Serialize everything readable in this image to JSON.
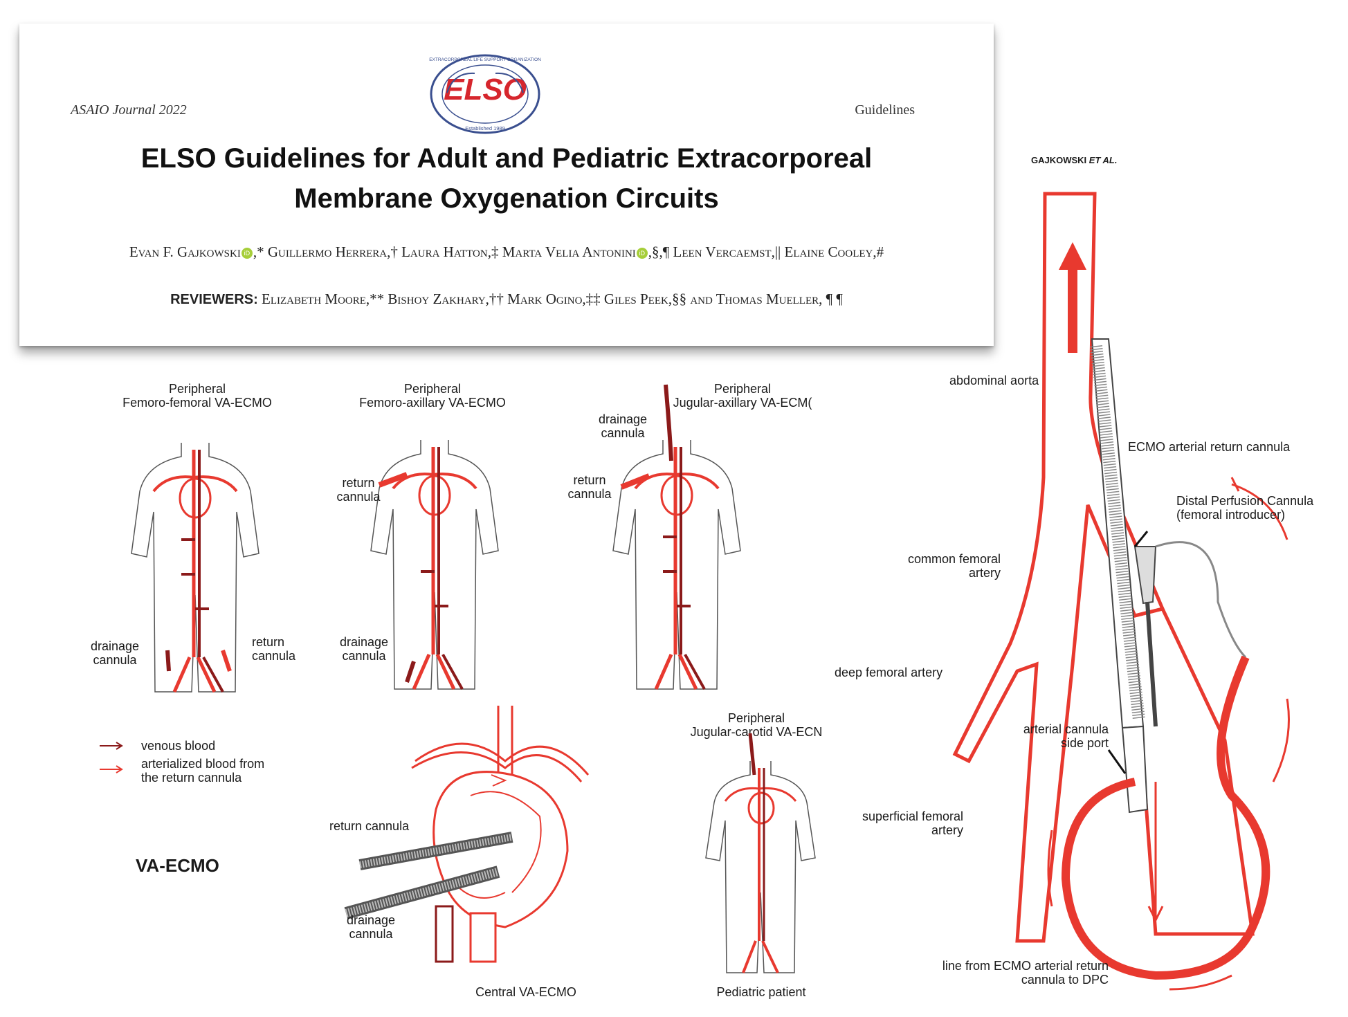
{
  "header": {
    "journal": "ASAIO Journal 2022",
    "section": "Guidelines",
    "title_line1": "ELSO Guidelines for Adult and Pediatric Extracorporeal",
    "title_line2": "Membrane Oxygenation Circuits",
    "authors": "Evan F. Gajkowski",
    "authors_rest": ",* Guillermo Herrera,† Laura Hatton,‡ Marta Velia Antonini",
    "authors_tail": ",§,¶ Leen Vercaemst,|| Elaine Cooley,#",
    "reviewers_label": "REVIEWERS:",
    "reviewers": " Elizabeth Moore,** Bishoy Zakhary,†† Mark Ogino,‡‡ Giles Peek,§§ and Thomas Mueller, ¶ ¶",
    "logo_top_text": "EXTRACORPOREAL LIFE SUPPORT ORGANIZATION",
    "logo_bottom_text": "Established 1989",
    "orcid": "iD"
  },
  "figure_left": {
    "panels": [
      {
        "title_line1": "Peripheral",
        "title_line2": "Femoro-femoral VA-ECMO",
        "label_a": "drainage\ncannula",
        "label_b": "return\ncannula"
      },
      {
        "title_line1": "Peripheral",
        "title_line2": "Femoro-axillary VA-ECMO",
        "label_a": "return\ncannula",
        "label_b": "drainage\ncannula"
      },
      {
        "title_line1": "Peripheral",
        "title_line2": "Jugular-axillary VA-ECM(",
        "label_a": "drainage\ncannula",
        "label_b": "return\ncannula"
      },
      {
        "title_line1": "Peripheral",
        "title_line2": "Jugular-carotid VA-ECN",
        "caption": "Pediatric patient"
      }
    ],
    "legend": {
      "venous": "venous blood",
      "arterial_line1": "arterialized blood from",
      "arterial_line2": "the return cannula"
    },
    "mode_label": "VA-ECMO",
    "central": {
      "return": "return cannula",
      "drainage_line1": "drainage",
      "drainage_line2": "cannula",
      "caption": "Central VA-ECMO"
    },
    "colors": {
      "venous": "#8b1a1a",
      "arterial": "#e8392f"
    }
  },
  "figure_right": {
    "running_head": "GAJKOWSKI",
    "running_head_italic": "ET AL.",
    "labels": {
      "abdominal_aorta": "abdominal aorta",
      "ecmo_return": "ECMO arterial return cannula",
      "dpc_line1": "Distal Perfusion Cannula",
      "dpc_line2": "(femoral introducer)",
      "common_femoral_line1": "common femoral",
      "common_femoral_line2": "artery",
      "deep_femoral": "deep femoral artery",
      "side_port_line1": "arterial cannula",
      "side_port_line2": "side port",
      "superficial_line1": "superficial femoral",
      "superficial_line2": "artery",
      "line_line1": "line from ECMO arterial return",
      "line_line2": "cannula to DPC"
    }
  }
}
